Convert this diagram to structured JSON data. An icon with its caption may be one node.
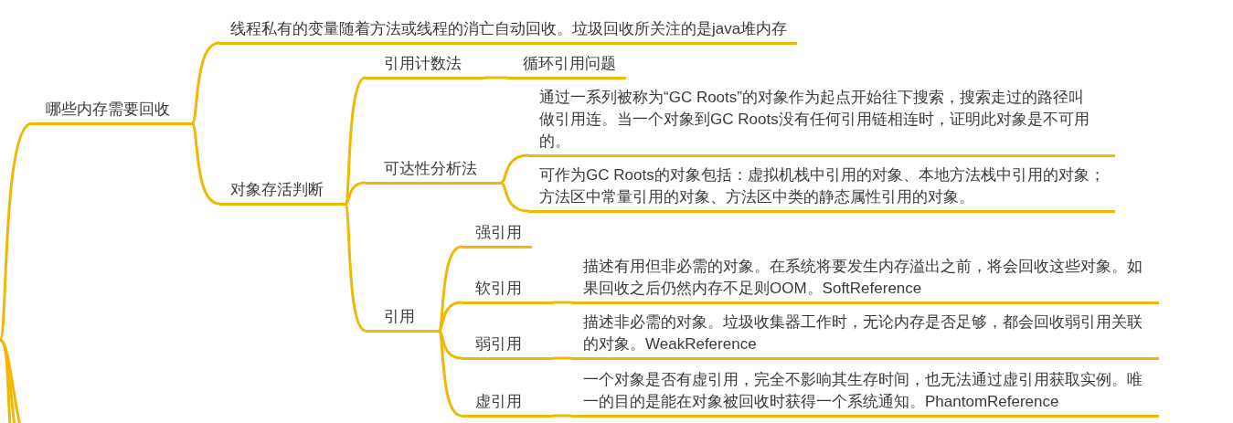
{
  "diagram": {
    "nodes": [
      {
        "text": [
          "哪些内存需要回收"
        ]
      },
      {
        "text": [
          "线程私有的变量随着方法或线程的消亡自动回收。垃圾回收所关注的是java堆内存"
        ]
      },
      {
        "text": [
          "对象存活判断"
        ]
      },
      {
        "text": [
          "引用计数法"
        ]
      },
      {
        "text": [
          "循环引用问题"
        ]
      },
      {
        "text": [
          "可达性分析法"
        ]
      },
      {
        "text": [
          "通过一系列被称为“GC Roots”的对象作为起点开始往下搜索，搜索走过的路径叫做引用连。当一个对象到GC Roots没有任何引用链相连时，证明此对象是不可用的。"
        ]
      },
      {
        "text": [
          "可作为GC Roots的对象包括：虚拟机栈中引用的对象、本地方法栈中引用的对象；方法区中常量引用的对象、方法区中类的静态属性引用的对象。"
        ]
      },
      {
        "text": [
          "引用"
        ]
      },
      {
        "text": [
          "强引用"
        ]
      },
      {
        "text": [
          "软引用"
        ]
      },
      {
        "text": [
          "描述有用但非必需的对象。在系统将要发生内存溢出之前，将会回收这些对象。如果回收之后仍然内存不足则OOM。SoftReference"
        ]
      },
      {
        "text": [
          "弱引用"
        ]
      },
      {
        "text": [
          "描述非必需的对象。垃圾收集器工作时，无论内存是否足够，都会回收弱引用关联的对象。WeakReference"
        ]
      },
      {
        "text": [
          "虚引用"
        ]
      },
      {
        "text": [
          "一个对象是否有虚引用，完全不影响其生存时间，也无法通过虚引用获取实例。唯一的目的是能在对象被回收时获得一个系统通知。PhantomReference"
        ]
      }
    ],
    "edges": [
      {
        "from": null,
        "to": 0,
        "arrow": "none"
      },
      {
        "from": 0,
        "to": 1,
        "arrow": "none"
      },
      {
        "from": 0,
        "to": 2,
        "arrow": "none"
      },
      {
        "from": 2,
        "to": 3,
        "arrow": "none"
      },
      {
        "from": 2,
        "to": 5,
        "arrow": "none"
      },
      {
        "from": 2,
        "to": 8,
        "arrow": "none"
      },
      {
        "from": 3,
        "to": 4,
        "arrow": "none"
      },
      {
        "from": 5,
        "to": 6,
        "arrow": "none"
      },
      {
        "from": 5,
        "to": 7,
        "arrow": "none"
      },
      {
        "from": 8,
        "to": 9,
        "arrow": "none"
      },
      {
        "from": 8,
        "to": 10,
        "arrow": "none"
      },
      {
        "from": 8,
        "to": 12,
        "arrow": "none"
      },
      {
        "from": 8,
        "to": 14,
        "arrow": "none"
      },
      {
        "from": 10,
        "to": 11,
        "arrow": "none"
      },
      {
        "from": 12,
        "to": 13,
        "arrow": "none"
      },
      {
        "from": 14,
        "to": 15,
        "arrow": "none"
      }
    ]
  }
}
